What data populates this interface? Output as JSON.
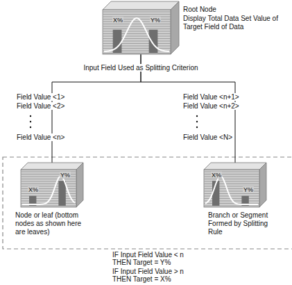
{
  "diagram": {
    "nodes": [
      {
        "text": [
          "X%",
          "Y%",
          "Root Node",
          "Display Total Data Set Value of Target Field of Data"
        ]
      },
      {
        "text": [
          "X%",
          "Y%",
          "Node or leaf (bottom nodes as shown here are leaves)"
        ]
      },
      {
        "text": [
          "X%",
          "Y%",
          "Branch or Segment Formed by Splitting Rule"
        ]
      }
    ],
    "edges": [
      {
        "from": 0,
        "to": 1,
        "arrow": "none"
      },
      {
        "from": 0,
        "to": 2,
        "arrow": "none"
      }
    ],
    "labels": [
      "Input Field Used as Splitting Criterion",
      "Field Value <1>",
      "Field Value <2>",
      "Field Value <n>",
      "Field Value <n+1>",
      "Field Value <n+2>",
      "Field Value <N>",
      "IF  Input Field Value < n",
      "THEN Target = Y%",
      "IF  Input Field Value > n",
      "THEN Target = X%"
    ]
  }
}
